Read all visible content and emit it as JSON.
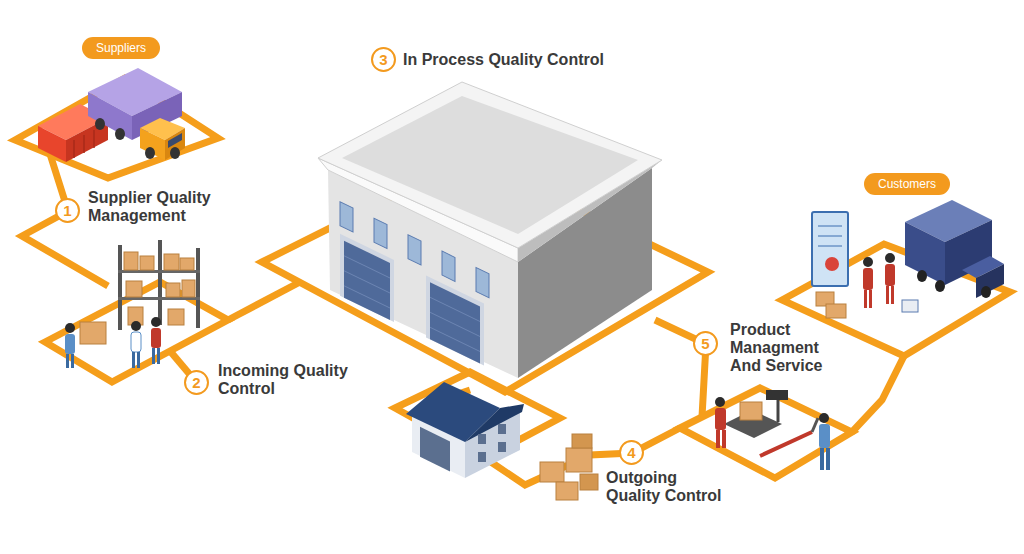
{
  "diagram": {
    "nodes": [
      {
        "text": [
          "Suppliers"
        ]
      },
      {
        "text": [
          "1",
          "Supplier Quality Management"
        ]
      },
      {
        "text": [
          "2",
          "Incoming Quality Control"
        ]
      },
      {
        "text": [
          "3",
          "In Process Quality Control"
        ]
      },
      {
        "text": [
          "4",
          "Outgoing Quality Control"
        ]
      },
      {
        "text": [
          "5",
          "Product Managment And Service"
        ]
      },
      {
        "text": [
          "Customers"
        ]
      }
    ]
  }
}
